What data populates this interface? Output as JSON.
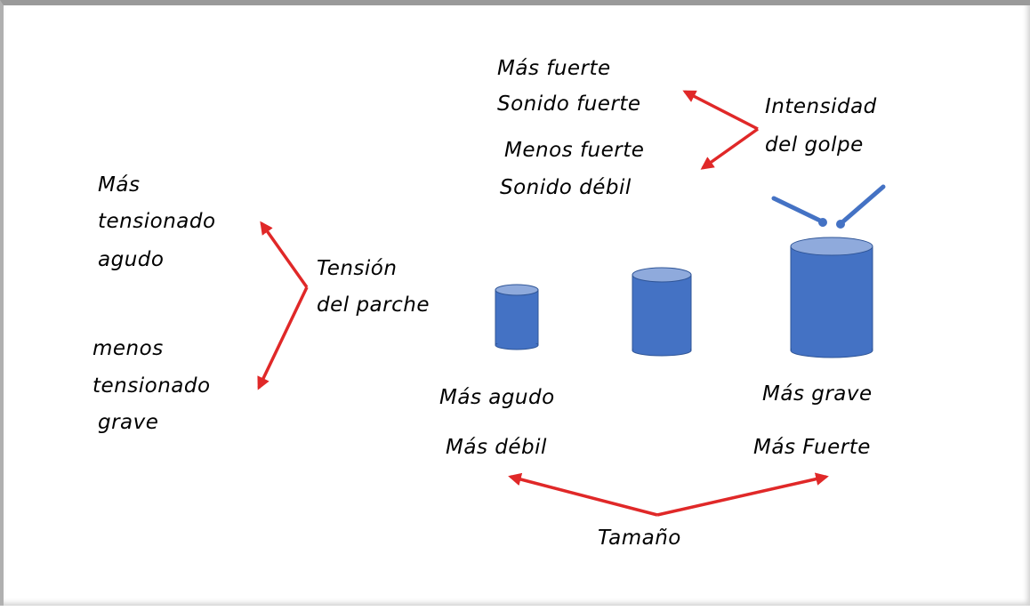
{
  "colors": {
    "arrow": "#e02828",
    "drum_body": "#4472c4",
    "drum_top": "#8faadc",
    "drum_edge": "#2f5597",
    "stick": "#4472c4",
    "text": "#000000",
    "background": "#ffffff"
  },
  "intensity": {
    "stronger": "Más fuerte",
    "strong_sound": "Sonido fuerte",
    "weaker": "Menos fuerte",
    "weak_sound": "Sonido débil",
    "title_line1": "Intensidad",
    "title_line2": "del golpe"
  },
  "tension": {
    "more_line1": "Más",
    "more_line2": "tensionado",
    "more_line3": "agudo",
    "title_line1": "Tensión",
    "title_line2": "del parche",
    "less_line1": "menos",
    "less_line2": "tensionado",
    "less_line3": "grave"
  },
  "size": {
    "small_pitch": "Más agudo",
    "small_volume": "Más débil",
    "large_pitch": "Más grave",
    "large_volume": "Más Fuerte",
    "title": "Tamaño"
  },
  "icons": [
    "drum-small",
    "drum-medium",
    "drum-large",
    "drumsticks"
  ]
}
